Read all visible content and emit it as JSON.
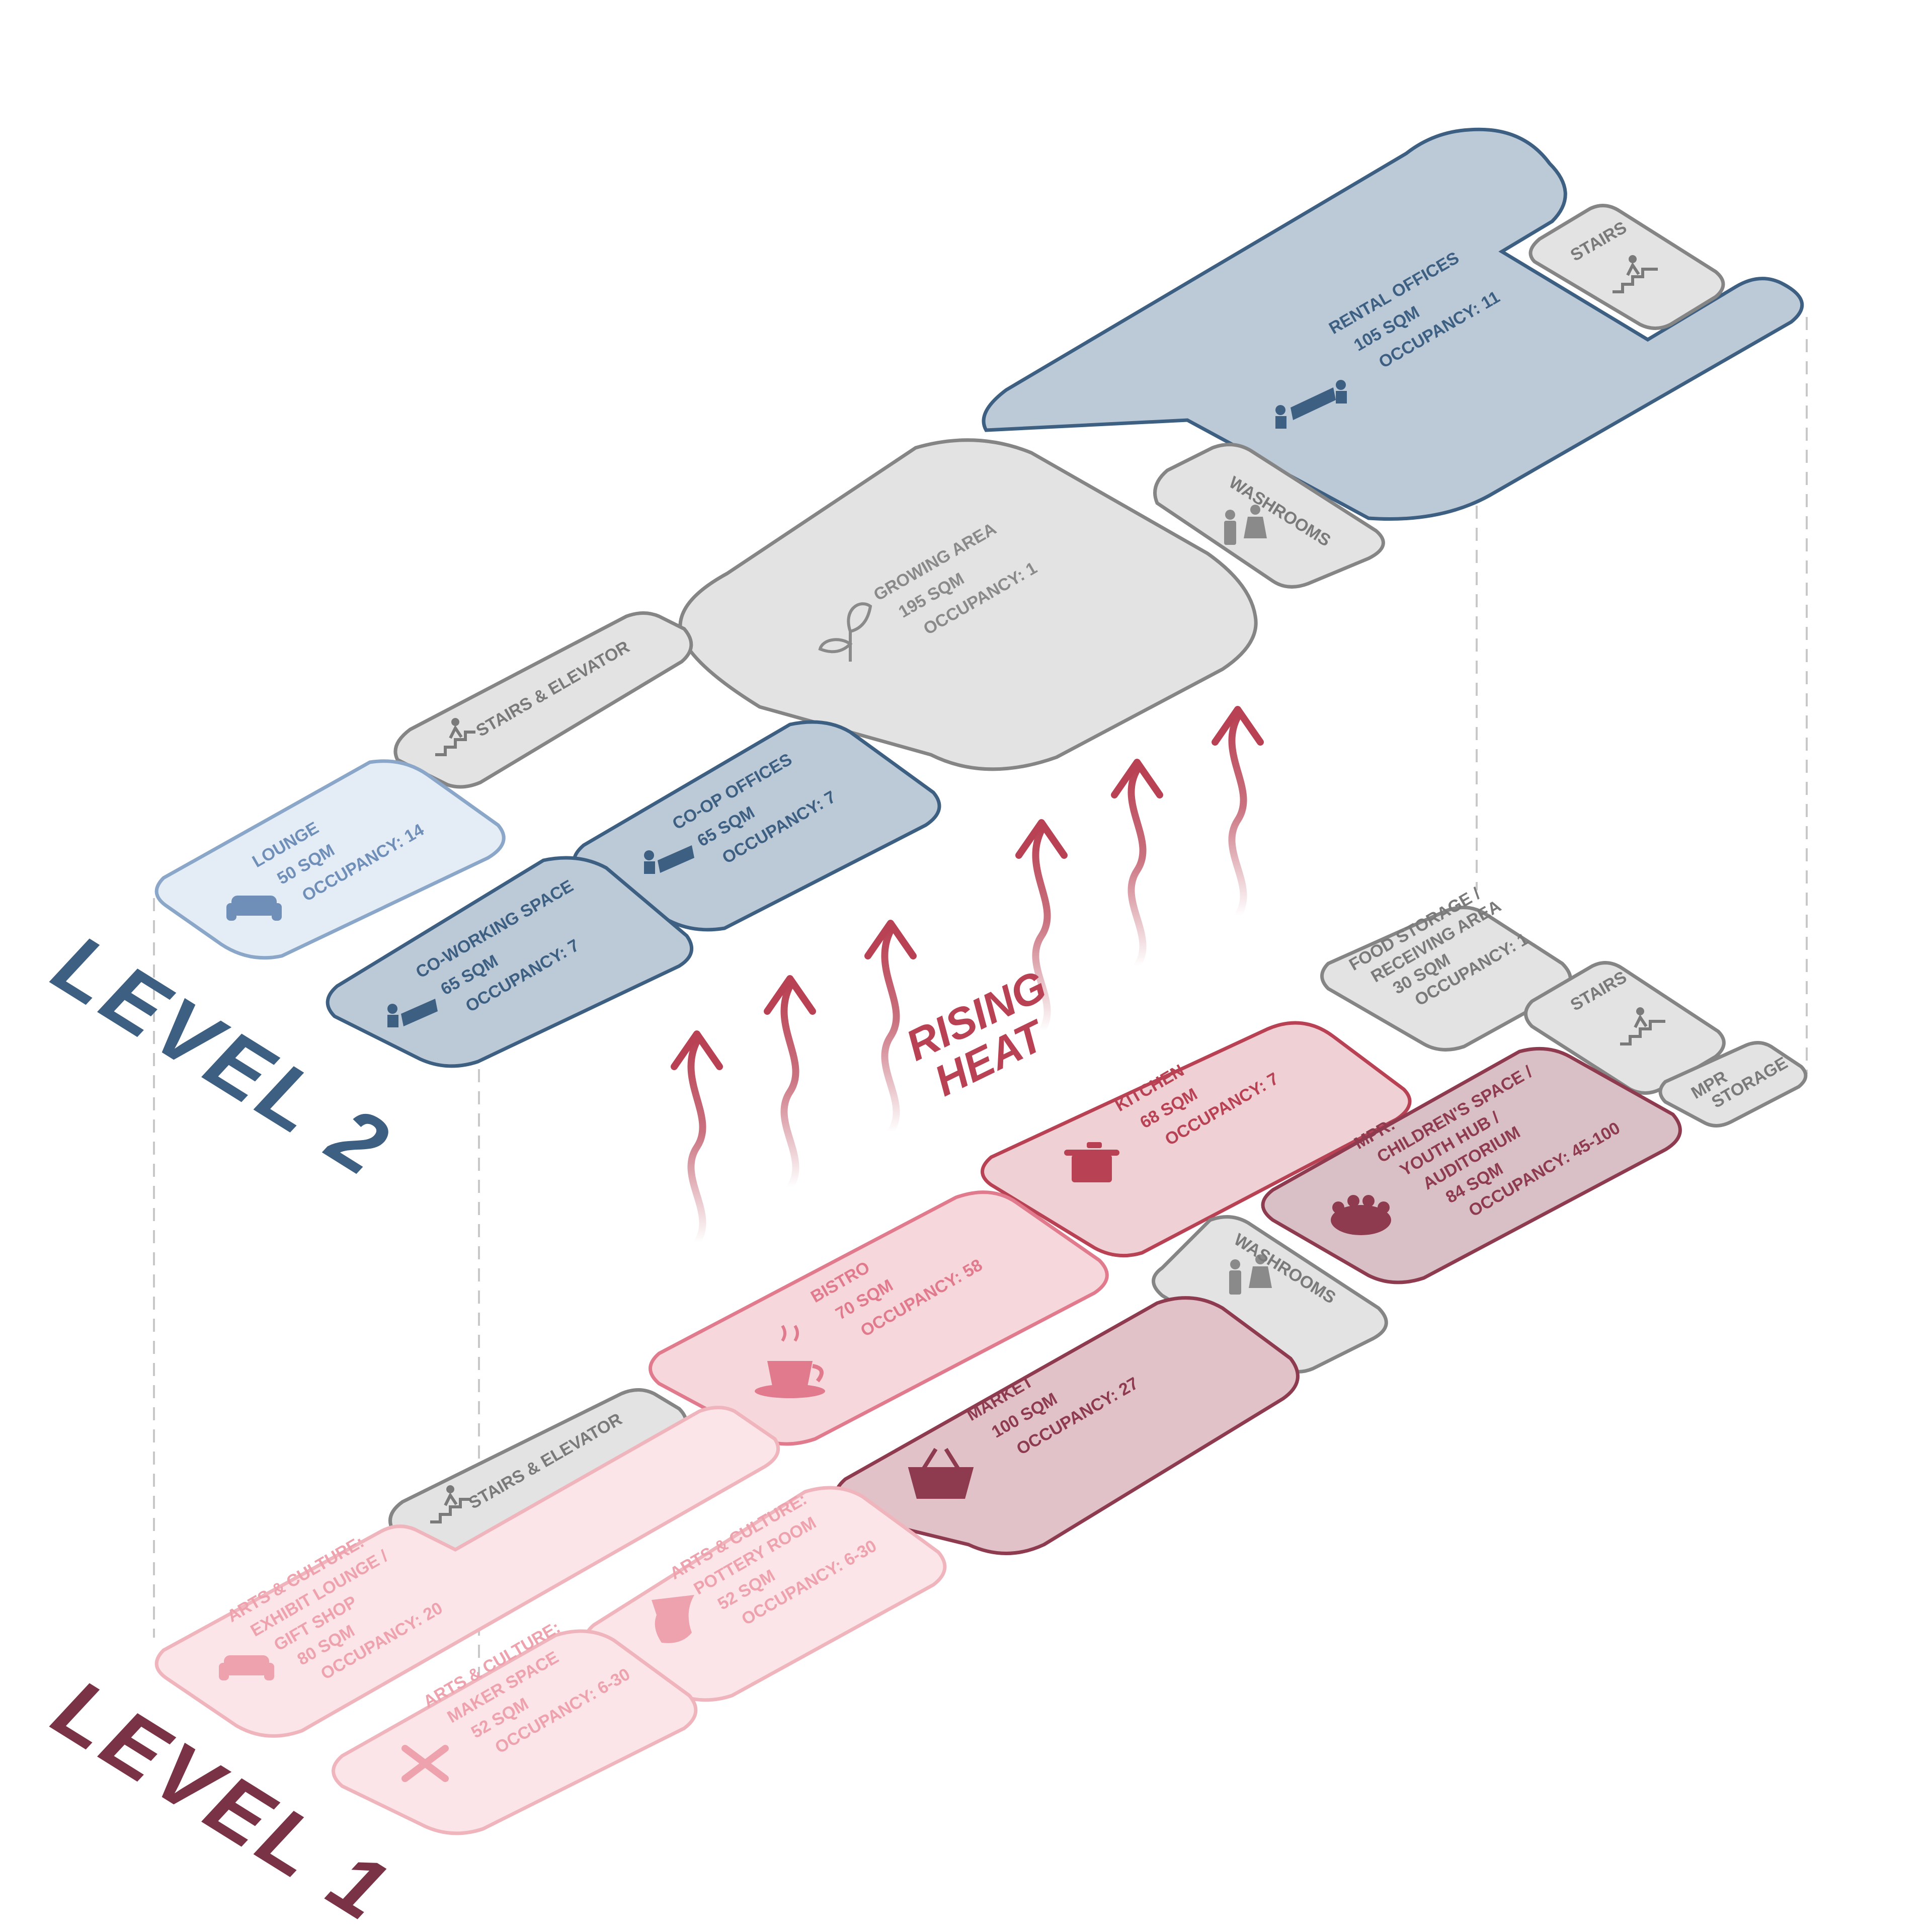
{
  "levels": {
    "level2": "LEVEL 2",
    "level1": "LEVEL 1"
  },
  "heat": {
    "line1": "RISING",
    "line2": "HEAT"
  },
  "colors": {
    "level2_accent": "#3d5f82",
    "level1_accent": "#8e3b50",
    "heat_accent": "#b84254",
    "gray_room": "#e3e3e3",
    "gray_stroke": "#858585"
  },
  "rooms_level2": {
    "rental_offices": {
      "lines": [
        "RENTAL OFFICES",
        "105 SQM",
        "OCCUPANCY: 11"
      ],
      "icon": "office-desk-icon"
    },
    "stairs_top": {
      "lines": [
        "STAIRS"
      ],
      "icon": "stairs-icon"
    },
    "washrooms_top": {
      "lines": [
        "WASHROOMS"
      ],
      "icon": "washroom-icon"
    },
    "growing_area": {
      "lines": [
        "GROWING AREA",
        "195 SQM",
        "OCCUPANCY: 1"
      ],
      "icon": "plant-icon"
    },
    "stairs_elevator_top": {
      "lines": [
        "STAIRS & ELEVATOR"
      ],
      "icon": "stairs-icon"
    },
    "coop_offices": {
      "lines": [
        "CO-OP OFFICES",
        "65 SQM",
        "OCCUPANCY: 7"
      ],
      "icon": "office-desk-icon"
    },
    "lounge": {
      "lines": [
        "LOUNGE",
        "50 SQM",
        "OCCUPANCY: 14"
      ],
      "icon": "sofa-icon"
    },
    "coworking": {
      "lines": [
        "CO-WORKING SPACE",
        "65 SQM",
        "OCCUPANCY: 7"
      ],
      "icon": "office-desk-icon"
    }
  },
  "rooms_level1": {
    "food_storage": {
      "lines": [
        "FOOD STORAGE /",
        "RECEIVING AREA",
        "30 SQM",
        "OCCUPANCY: 1"
      ]
    },
    "stairs_low": {
      "lines": [
        "STAIRS"
      ],
      "icon": "stairs-icon"
    },
    "mpr_storage": {
      "lines": [
        "MPR",
        "STORAGE"
      ]
    },
    "kitchen": {
      "lines": [
        "KITCHEN",
        "68 SQM",
        "OCCUPANCY: 7"
      ],
      "icon": "pot-icon"
    },
    "mpr": {
      "lines": [
        "MPR:",
        "CHILDREN'S SPACE /",
        "YOUTH HUB /",
        "AUDITORIUM",
        "84 SQM",
        "OCCUPANCY: 45-100"
      ],
      "icon": "group-icon"
    },
    "washrooms_low": {
      "lines": [
        "WASHROOMS"
      ],
      "icon": "washroom-icon"
    },
    "bistro": {
      "lines": [
        "BISTRO",
        "70 SQM",
        "OCCUPANCY: 58"
      ],
      "icon": "coffee-cup-icon"
    },
    "market": {
      "lines": [
        "MARKET",
        "100 SQM",
        "OCCUPANCY: 27"
      ],
      "icon": "basket-icon"
    },
    "stairs_elevator_low": {
      "lines": [
        "STAIRS & ELEVATOR"
      ],
      "icon": "stairs-icon"
    },
    "exhibit": {
      "lines": [
        "ARTS & CULTURE:",
        "EXHIBIT LOUNGE /",
        "GIFT SHOP",
        "80 SQM",
        "OCCUPANCY: 20"
      ],
      "icon": "sofa-icon"
    },
    "pottery": {
      "lines": [
        "ARTS & CULTURE:",
        "POTTERY ROOM",
        "52 SQM",
        "OCCUPANCY: 6-30"
      ],
      "icon": "vase-icon"
    },
    "maker": {
      "lines": [
        "ARTS & CULTURE:",
        "MAKER SPACE",
        "52 SQM",
        "OCCUPANCY: 6-30"
      ],
      "icon": "tools-icon"
    }
  }
}
